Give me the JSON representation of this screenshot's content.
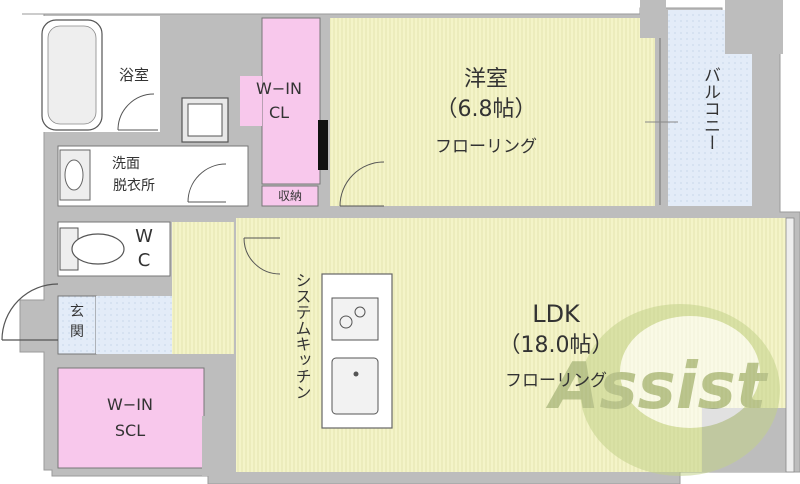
{
  "rooms": {
    "western": {
      "name": "洋室",
      "size": "（6.8帖）",
      "floor": "フローリング"
    },
    "ldk": {
      "name": "LDK",
      "size": "（18.0帖）",
      "floor": "フローリング"
    },
    "bath": {
      "name": "浴室"
    },
    "washroom": {
      "line1": "洗面",
      "line2": "脱衣所"
    },
    "walkin_cl": {
      "line1": "W−IN",
      "line2": "CL"
    },
    "storage": {
      "name": "収納"
    },
    "wc": {
      "line1": "W",
      "line2": "C"
    },
    "entrance": {
      "line1": "玄",
      "line2": "関"
    },
    "walkin_scl": {
      "line1": "W−IN",
      "line2": "SCL"
    },
    "balcony": {
      "name": "バルコニー"
    },
    "kitchen": {
      "name": "システムキッチン"
    }
  },
  "watermark": {
    "text": "Assist"
  },
  "colors": {
    "flooring": "#f4f4c8",
    "tile": "#e3ecf8",
    "closet": "#f8c8ec",
    "wet_room": "#ffffff",
    "wall": "#b4b4b4",
    "watermark": "#c3d28a"
  }
}
